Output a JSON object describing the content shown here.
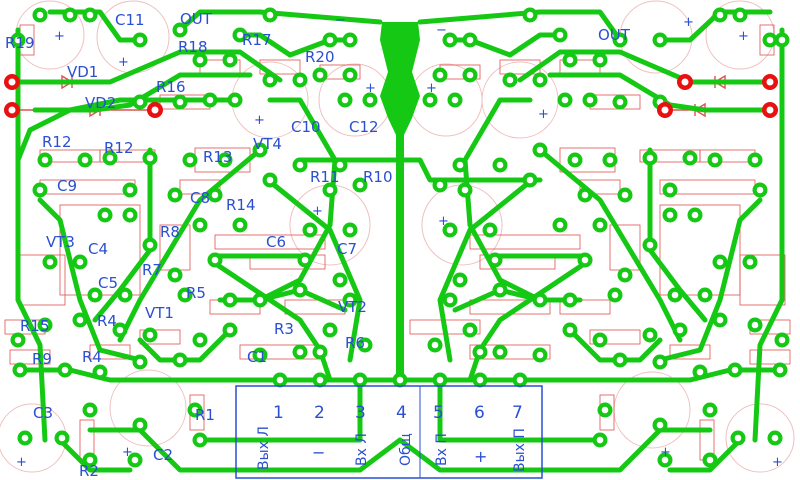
{
  "colors": {
    "trace": "#14c814",
    "pad_ring": "#14c814",
    "pad_hole": "#ffffff",
    "red_pad": "#e81010",
    "silk": "#e05050",
    "silk_light": "#f0c0c0",
    "label": "#2a4fd0",
    "connector_box": "#2a4fd0"
  },
  "labels": {
    "C11": "C11",
    "OUT_left": "OUT",
    "R19": "R19",
    "VD1": "VD1",
    "VD2": "VD2",
    "R18": "R18",
    "R17": "R17",
    "R20": "R20",
    "R16": "R16",
    "C10": "C10",
    "C12": "C12",
    "VT4": "VT4",
    "R12a": "R12",
    "R12b": "R12",
    "R13": "R13",
    "C9": "C9",
    "C8": "C8",
    "R11": "R11",
    "R10": "R10",
    "R14": "R14",
    "VT3": "VT3",
    "C4": "C4",
    "R8": "R8",
    "C6": "C6",
    "C7": "C7",
    "R7": "R7",
    "C5": "C5",
    "R5": "R5",
    "VT2": "VT2",
    "R15": "R15",
    "R4a": "R4",
    "VT1": "VT1",
    "R3": "R3",
    "R6": "R6",
    "C1": "C1",
    "R9": "R9",
    "R4b": "R4",
    "C3": "C3",
    "R1": "R1",
    "C2": "C2",
    "R2": "R2",
    "OUT_right": "OUT",
    "pin1": "1",
    "pin2": "2",
    "pin3": "3",
    "pin4": "4",
    "pin5": "5",
    "pin6": "6",
    "pin7": "7",
    "vyh_l": "Вых Л",
    "minus": "−",
    "vh_l": "Вх Л",
    "obsh": "Общ",
    "vh_p": "Вх П",
    "plus": "+",
    "vyh_p": "Вых П",
    "plus_sym": "+",
    "minus_sym": "−"
  }
}
